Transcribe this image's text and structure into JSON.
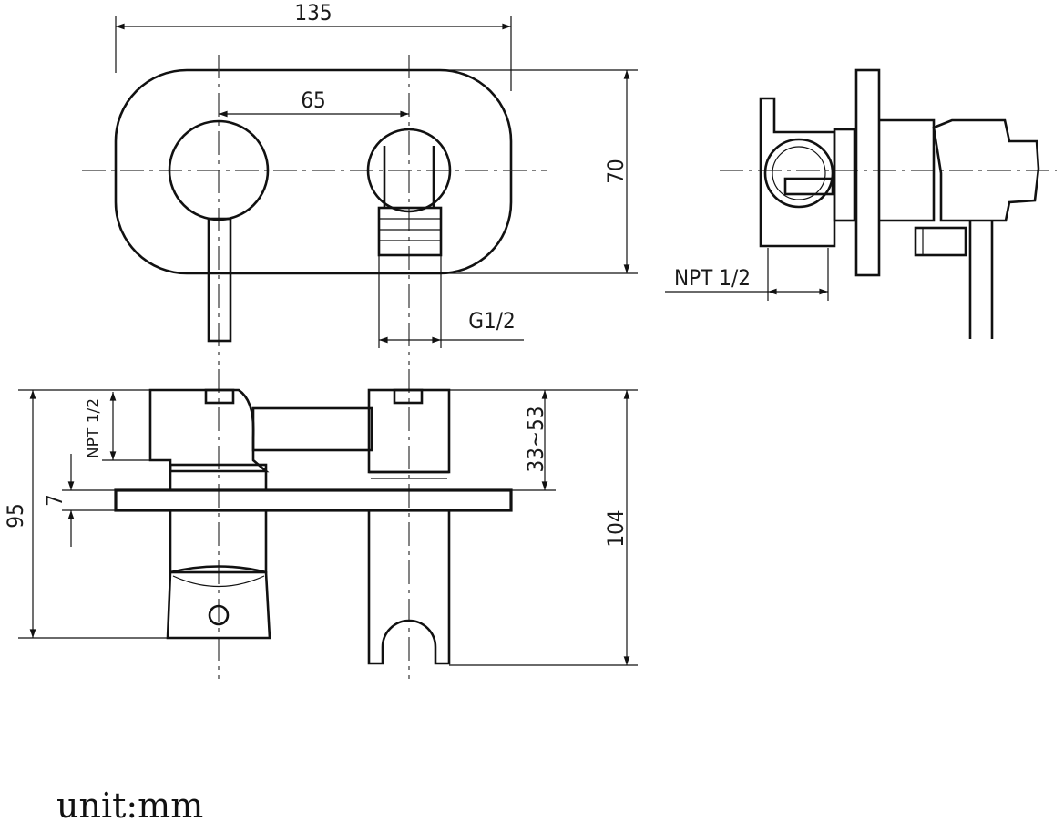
{
  "drawing": {
    "dimensions": {
      "width_total": "135",
      "handle_spacing": "65",
      "height_plate": "70",
      "thread_outlet": "G1/2",
      "thread_side": "NPT 1/2",
      "thread_front": "NPT 1/2",
      "wall_depth": "33~53",
      "plate_thickness": "7",
      "height_total_left": "95",
      "height_total_right": "104"
    },
    "unit_label": "unit:mm"
  }
}
